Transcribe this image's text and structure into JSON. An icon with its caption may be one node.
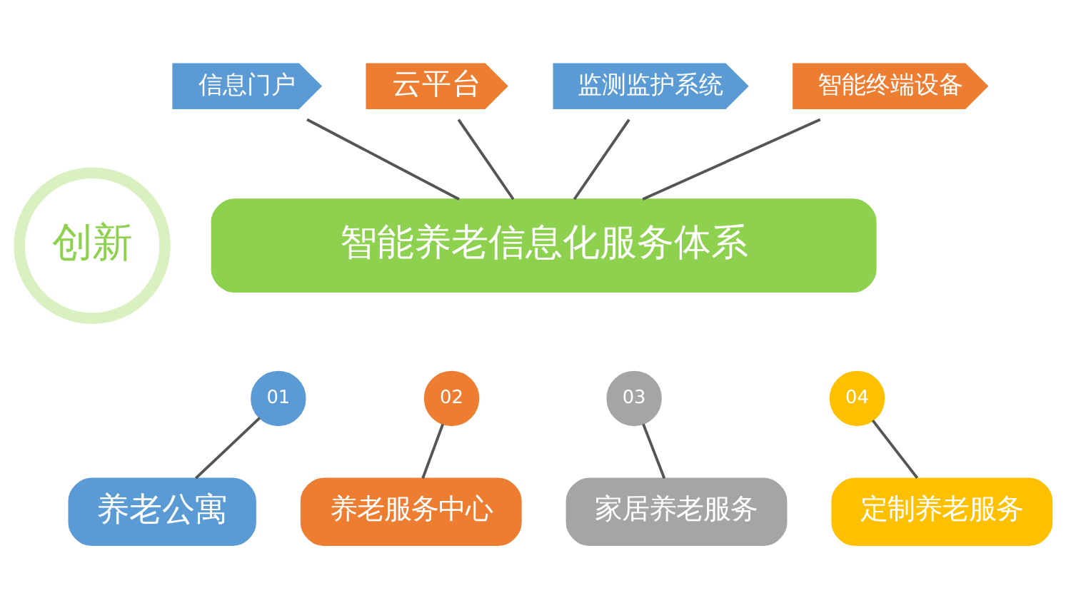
{
  "diagram": {
    "nodes": [
      {
        "text": [
          "创新"
        ]
      },
      {
        "text": [
          "智能养老信息化服务体系"
        ]
      },
      {
        "text": [
          "信息门户"
        ]
      },
      {
        "text": [
          "云平台"
        ]
      },
      {
        "text": [
          "监测监护系统"
        ]
      },
      {
        "text": [
          "智能终端设备"
        ]
      },
      {
        "text": [
          "01"
        ]
      },
      {
        "text": [
          "养老公寓"
        ]
      },
      {
        "text": [
          "02"
        ]
      },
      {
        "text": [
          "养老服务中心"
        ]
      },
      {
        "text": [
          "03"
        ]
      },
      {
        "text": [
          "家居养老服务"
        ]
      },
      {
        "text": [
          "04"
        ]
      },
      {
        "text": [
          "定制养老服务"
        ]
      }
    ],
    "edges": [
      {
        "from": 2,
        "to": 1,
        "arrow": "none"
      },
      {
        "from": 3,
        "to": 1,
        "arrow": "none"
      },
      {
        "from": 4,
        "to": 1,
        "arrow": "none"
      },
      {
        "from": 5,
        "to": 1,
        "arrow": "none"
      },
      {
        "from": 6,
        "to": 7,
        "arrow": "none"
      },
      {
        "from": 8,
        "to": 9,
        "arrow": "none"
      },
      {
        "from": 10,
        "to": 11,
        "arrow": "none"
      },
      {
        "from": 12,
        "to": 13,
        "arrow": "none"
      }
    ]
  }
}
